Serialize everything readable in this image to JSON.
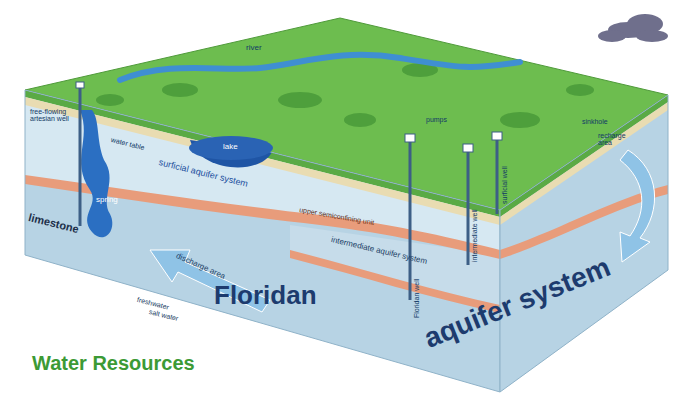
{
  "diagram": {
    "title": "Water Resources",
    "labels": [
      "river",
      "free-flowing artesian well",
      "water table",
      "lake",
      "surficial aquifer system",
      "pumps",
      "sinkhole",
      "recharge area",
      "spring",
      "limestone",
      "upper semiconfining unit",
      "intermediate aquifer system",
      "surficial well",
      "intermediate well",
      "Floridan well",
      "discharge area",
      "freshwater",
      "salt water",
      "Floridan",
      "aquifer system"
    ]
  }
}
